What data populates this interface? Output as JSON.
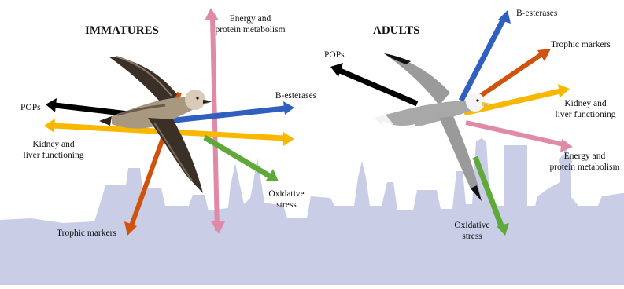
{
  "panels": {
    "immatures": {
      "title": "IMMATURES",
      "labels": {
        "energy": [
          "Energy and",
          "protein metabolism"
        ],
        "besterases": [
          "B-esterases"
        ],
        "pops": [
          "POPs"
        ],
        "kidney": [
          "Kidney and",
          "liver functioning"
        ],
        "oxidative": [
          "Oxidative",
          "stress"
        ],
        "trophic": [
          "Trophic markers"
        ]
      }
    },
    "adults": {
      "title": "ADULTS",
      "labels": {
        "besterases": [
          "B-esterases"
        ],
        "trophic": [
          "Trophic markers"
        ],
        "pops": [
          "POPs"
        ],
        "kidney": [
          "Kidney and",
          "liver functioning"
        ],
        "energy": [
          "Energy and",
          "protein metabolism"
        ],
        "oxidative": [
          "Oxidative",
          "stress"
        ]
      }
    }
  },
  "colors": {
    "pops": "#000000",
    "kidney": "#f8b800",
    "besterases": "#2f5fbf",
    "trophic": "#d0520c",
    "energy": "#e08aa8",
    "oxidative": "#5fa83a",
    "skyline": "#c9cde6",
    "immature_bird": "#4a3f36",
    "adult_bird": "#9a9a9a"
  }
}
